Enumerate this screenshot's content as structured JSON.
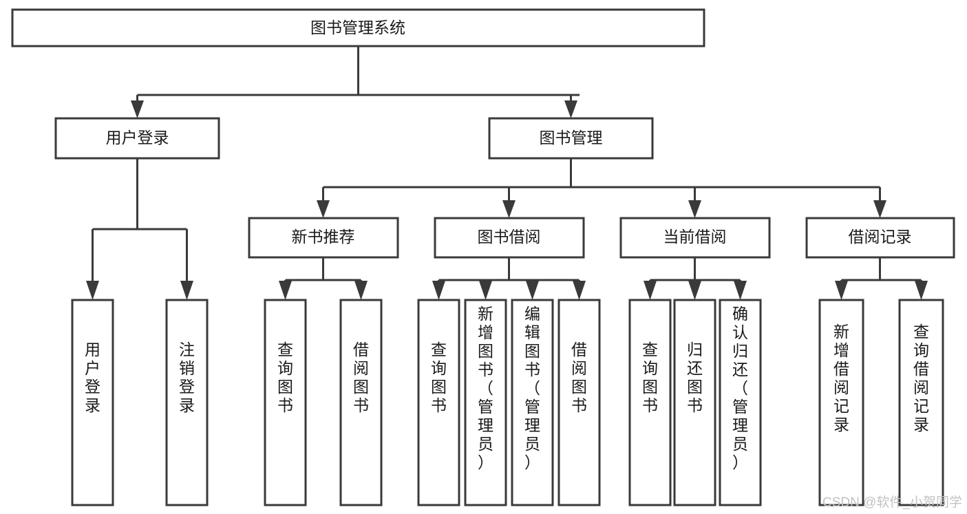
{
  "diagram": {
    "title": "图书管理系统",
    "type": "tree",
    "orientation": "top-down",
    "watermark": "CSDN @软件_小贺同学",
    "colors": {
      "stroke": "#3a3a3a",
      "fill": "#ffffff",
      "text": "#1a1a1a",
      "watermark": "#c2c2c2",
      "background": "#ffffff"
    },
    "nodes": {
      "root": {
        "label": "图书管理系统",
        "level": 0,
        "orientation": "horizontal"
      },
      "l1": [
        {
          "id": "user-login",
          "label": "用户登录",
          "level": 1,
          "orientation": "horizontal"
        },
        {
          "id": "book-manage",
          "label": "图书管理",
          "level": 1,
          "orientation": "horizontal"
        }
      ],
      "l2": [
        {
          "id": "new-book-rec",
          "label": "新书推荐",
          "level": 2,
          "orientation": "horizontal",
          "parent": "book-manage"
        },
        {
          "id": "book-borrow",
          "label": "图书借阅",
          "level": 2,
          "orientation": "horizontal",
          "parent": "book-manage"
        },
        {
          "id": "current-borrow",
          "label": "当前借阅",
          "level": 2,
          "orientation": "horizontal",
          "parent": "book-manage"
        },
        {
          "id": "borrow-record",
          "label": "借阅记录",
          "level": 2,
          "orientation": "horizontal",
          "parent": "book-manage"
        }
      ],
      "leaves": [
        {
          "id": "leaf-user-login",
          "label": "用户登录",
          "parent": "user-login",
          "orientation": "vertical"
        },
        {
          "id": "leaf-logout",
          "label": "注销登录",
          "parent": "user-login",
          "orientation": "vertical"
        },
        {
          "id": "leaf-query-book-1",
          "label": "查询图书",
          "parent": "new-book-rec",
          "orientation": "vertical"
        },
        {
          "id": "leaf-borrow-book-1",
          "label": "借阅图书",
          "parent": "new-book-rec",
          "orientation": "vertical"
        },
        {
          "id": "leaf-query-book-2",
          "label": "查询图书",
          "parent": "book-borrow",
          "orientation": "vertical"
        },
        {
          "id": "leaf-add-book",
          "label": "新增图书（管理员）",
          "parent": "book-borrow",
          "orientation": "vertical"
        },
        {
          "id": "leaf-edit-book",
          "label": "编辑图书（管理员）",
          "parent": "book-borrow",
          "orientation": "vertical"
        },
        {
          "id": "leaf-borrow-book-2",
          "label": "借阅图书",
          "parent": "book-borrow",
          "orientation": "vertical"
        },
        {
          "id": "leaf-query-book-3",
          "label": "查询图书",
          "parent": "current-borrow",
          "orientation": "vertical"
        },
        {
          "id": "leaf-return-book",
          "label": "归还图书",
          "parent": "current-borrow",
          "orientation": "vertical"
        },
        {
          "id": "leaf-confirm-return",
          "label": "确认归还（管理员）",
          "parent": "current-borrow",
          "orientation": "vertical"
        },
        {
          "id": "leaf-add-record",
          "label": "新增借阅记录",
          "parent": "borrow-record",
          "orientation": "vertical"
        },
        {
          "id": "leaf-query-record",
          "label": "查询借阅记录",
          "parent": "borrow-record",
          "orientation": "vertical"
        }
      ]
    }
  }
}
